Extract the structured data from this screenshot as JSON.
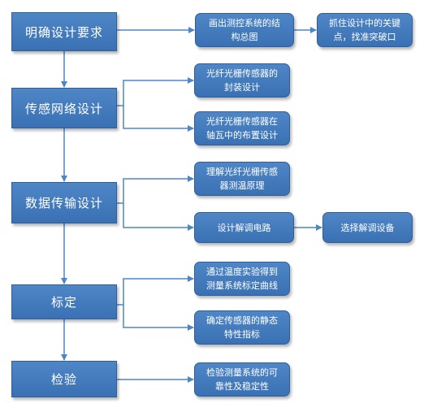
{
  "diagram": {
    "colors": {
      "box_fill": "#3f77b8",
      "box_border": "#2f5f99",
      "connector": "#4f86c6",
      "text": "#ffffff"
    },
    "stages": [
      {
        "id": "s1",
        "label": "明确设计要求"
      },
      {
        "id": "s2",
        "label": "传感网络设计"
      },
      {
        "id": "s3",
        "label": "数据传输设计"
      },
      {
        "id": "s4",
        "label": "标定"
      },
      {
        "id": "s5",
        "label": "检验"
      }
    ],
    "tasks": [
      {
        "id": "t1",
        "stage": "s1",
        "lines": [
          "画出测控系统的结",
          "构总图"
        ]
      },
      {
        "id": "t2",
        "stage": "s1",
        "lines": [
          "抓住设计中的关键",
          "点，找准突破口"
        ]
      },
      {
        "id": "t3",
        "stage": "s2",
        "lines": [
          "光纤光栅传感器的",
          "封装设计"
        ]
      },
      {
        "id": "t4",
        "stage": "s2",
        "lines": [
          "光纤光栅传感器在",
          "轴瓦中的布置设计"
        ]
      },
      {
        "id": "t5",
        "stage": "s3",
        "lines": [
          "理解光纤光栅传感",
          "器测温原理"
        ]
      },
      {
        "id": "t6",
        "stage": "s3",
        "lines": [
          "设计解调电路"
        ]
      },
      {
        "id": "t7",
        "stage": "s3",
        "lines": [
          "选择解调设备"
        ]
      },
      {
        "id": "t8",
        "stage": "s4",
        "lines": [
          "通过温度实验得到",
          "测量系统标定曲线"
        ]
      },
      {
        "id": "t9",
        "stage": "s4",
        "lines": [
          "确定传感器的静态",
          "特性指标"
        ]
      },
      {
        "id": "t10",
        "stage": "s5",
        "lines": [
          "检验测量系统的可",
          "靠性及稳定性"
        ]
      }
    ]
  }
}
